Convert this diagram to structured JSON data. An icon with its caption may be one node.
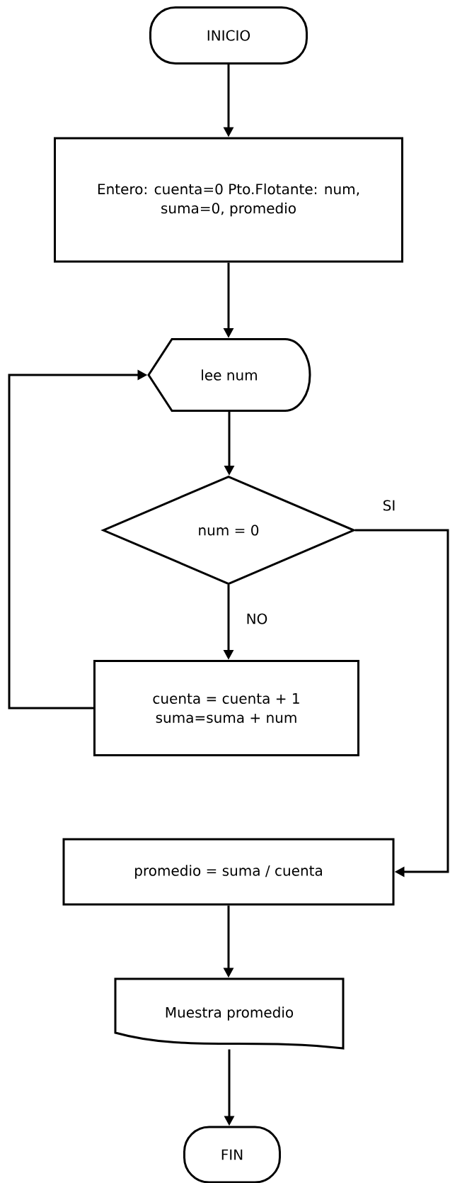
{
  "diagram": {
    "nodes": [
      {
        "text": [
          "INICIO"
        ]
      },
      {
        "text": [
          "Entero:  cuenta=0 Pto.Flotante: num, suma=0, promedio"
        ]
      },
      {
        "text": [
          "lee num"
        ]
      },
      {
        "text": [
          "num = 0"
        ]
      },
      {
        "text": [
          "cuenta = cuenta + 1 suma=suma + num"
        ]
      },
      {
        "text": [
          "promedio = suma / cuenta"
        ]
      },
      {
        "text": [
          "Muestra promedio"
        ]
      },
      {
        "text": [
          "FIN"
        ]
      }
    ],
    "edges": [
      {
        "from": 0,
        "to": 1,
        "arrow": "to"
      },
      {
        "from": 1,
        "to": 2,
        "arrow": "to"
      },
      {
        "from": 2,
        "to": 3,
        "arrow": "to"
      },
      {
        "from": 3,
        "to": 4,
        "arrow": "to",
        "label": "NO"
      },
      {
        "from": 4,
        "to": 2,
        "arrow": "to"
      },
      {
        "from": 3,
        "to": 5,
        "arrow": "to",
        "label": "SI"
      },
      {
        "from": 5,
        "to": 6,
        "arrow": "to"
      },
      {
        "from": 6,
        "to": 7,
        "arrow": "to"
      }
    ]
  }
}
